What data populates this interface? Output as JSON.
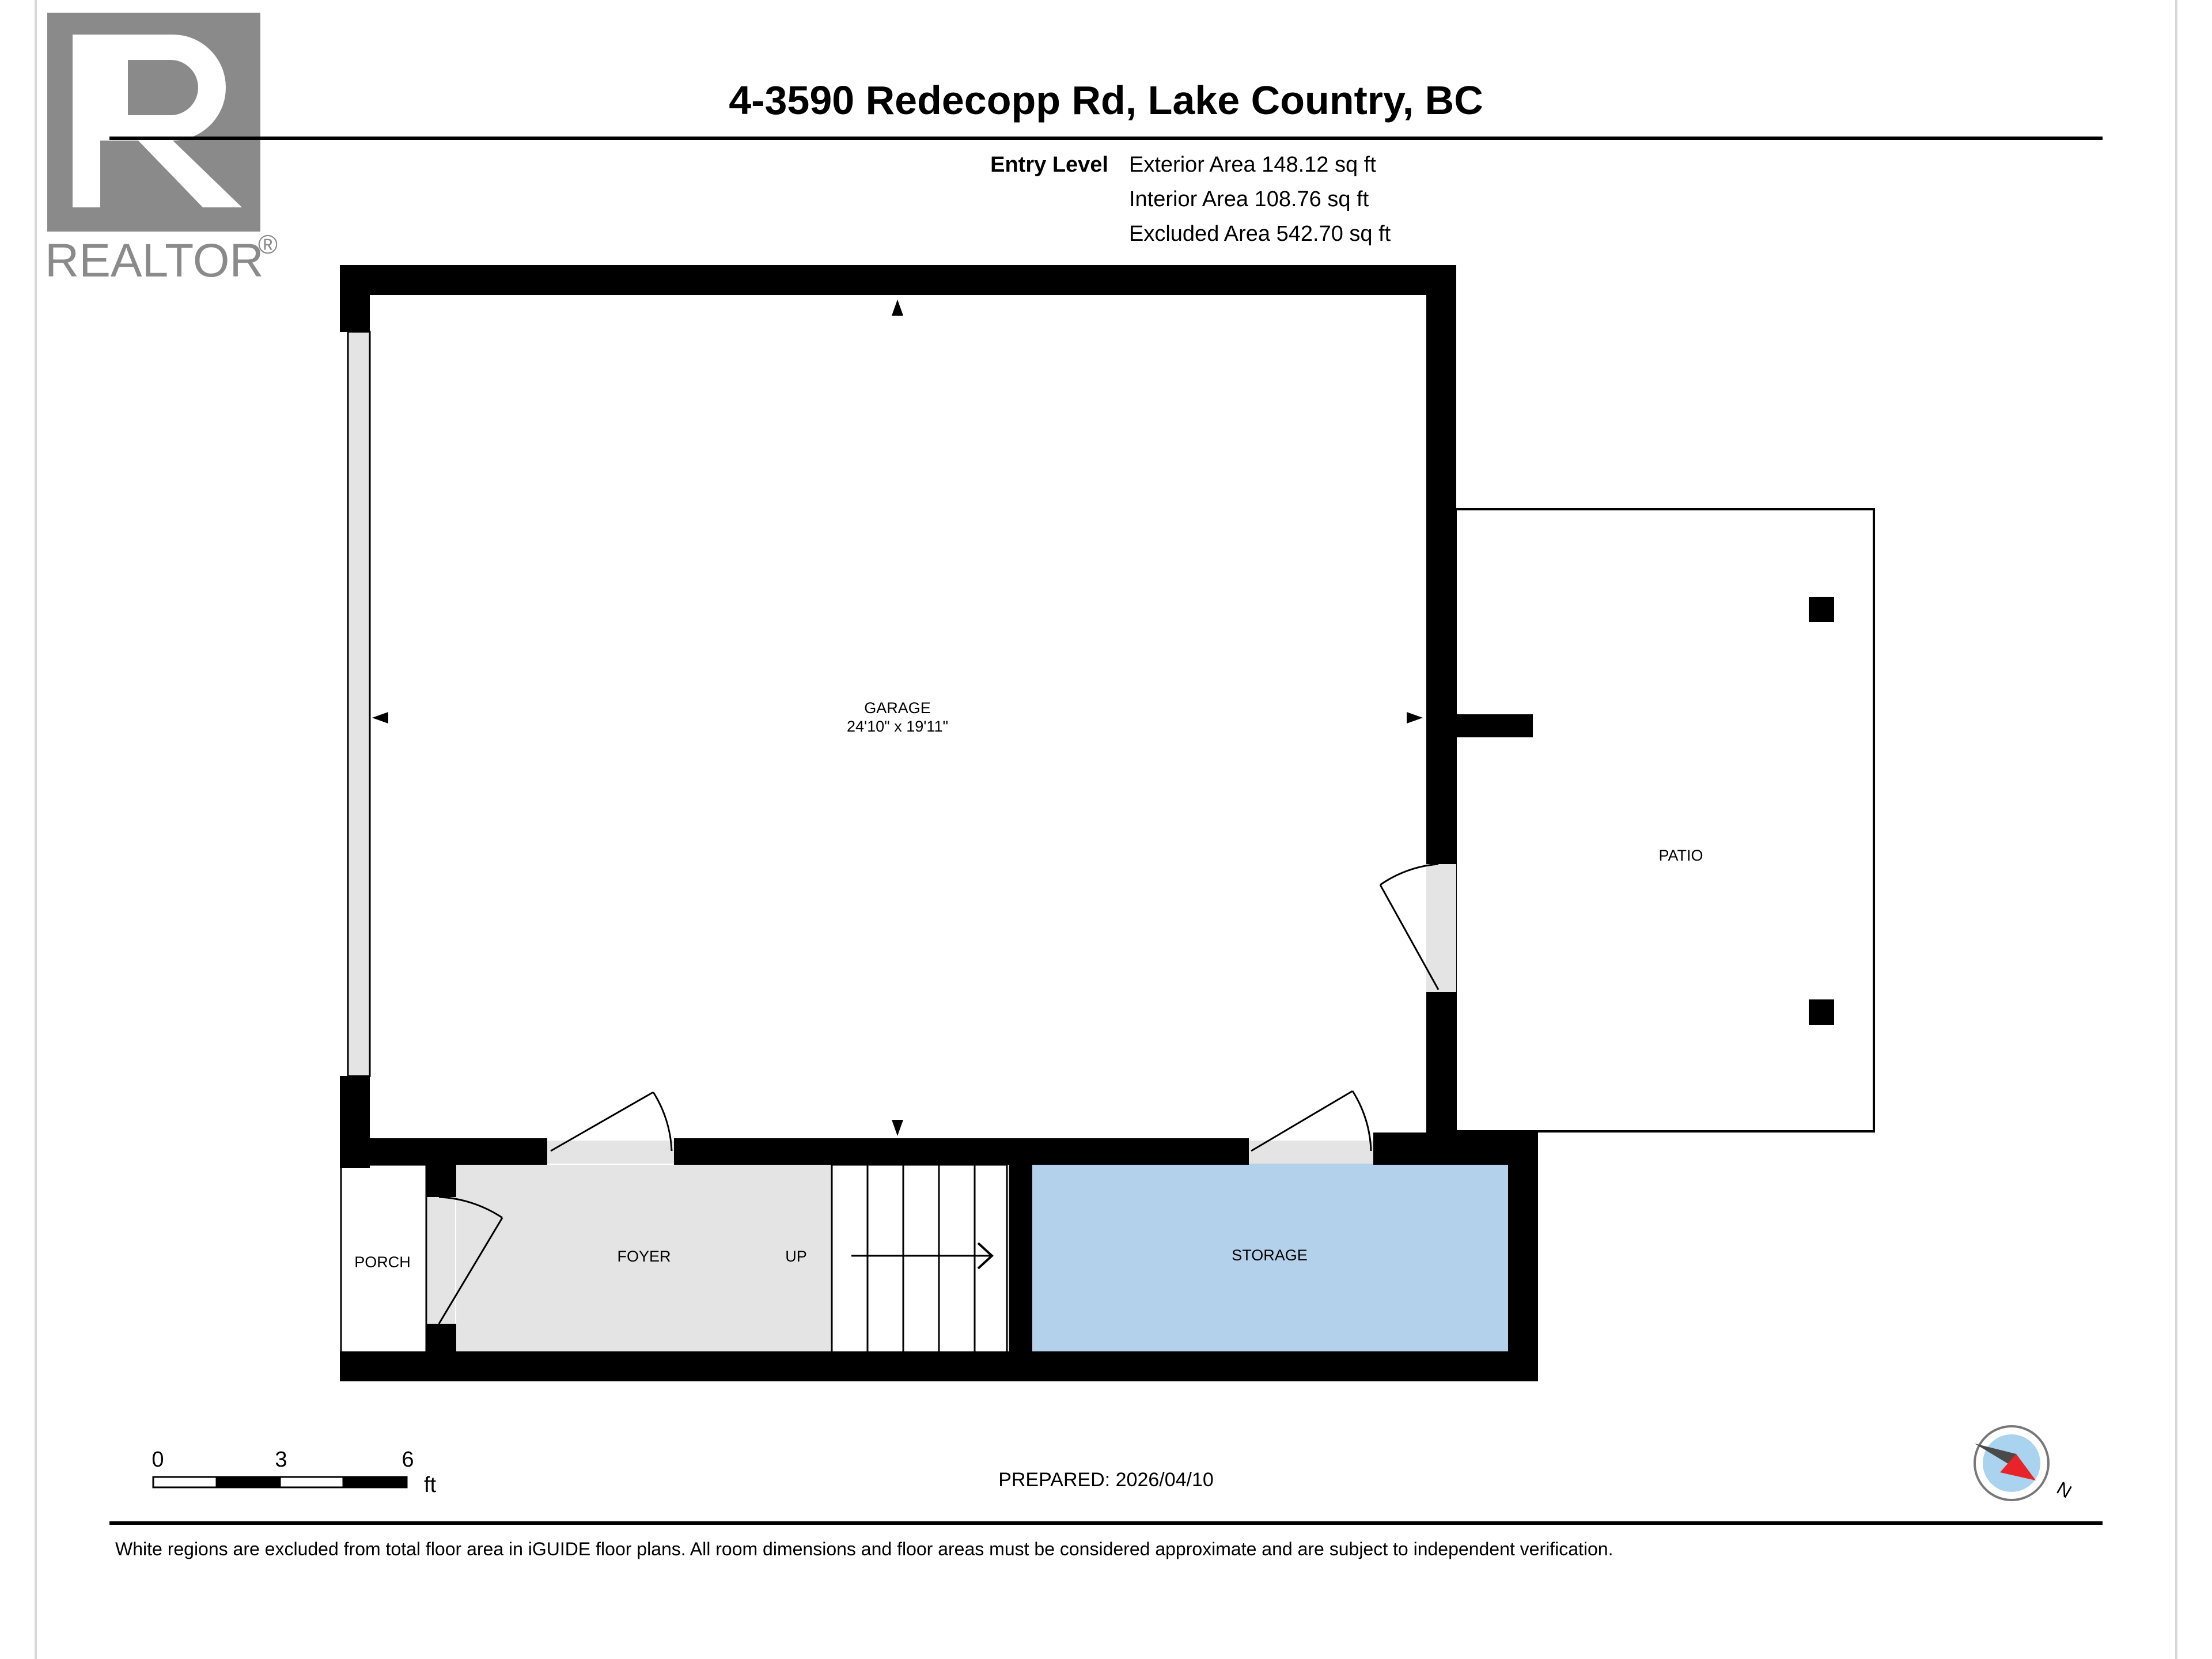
{
  "logo": {
    "wordmark": "REALTOR",
    "registered_mark": "®",
    "icon": "realtor-r-logo"
  },
  "header": {
    "title": "4-3590 Redecopp Rd, Lake Country, BC"
  },
  "areas": {
    "level": "Entry Level",
    "exterior": "Exterior Area 148.12 sq ft",
    "interior": "Interior Area 108.76 sq ft",
    "excluded": "Excluded Area 542.70 sq ft"
  },
  "rooms": {
    "garage": {
      "name": "GARAGE",
      "dims": "24'10\" x 19'11\""
    },
    "patio": {
      "name": "PATIO"
    },
    "porch": {
      "name": "PORCH"
    },
    "foyer": {
      "name": "FOYER"
    },
    "stairs": {
      "label": "UP"
    },
    "storage": {
      "name": "STORAGE"
    }
  },
  "scale": {
    "ticks": [
      "0",
      "3",
      "6"
    ],
    "unit": "ft"
  },
  "prepared": "PREPARED: 2026/04/10",
  "compass": {
    "label": "N",
    "icon": "north-compass-icon"
  },
  "footer": {
    "disclaimer": "White regions are excluded from total floor area in iGUIDE floor plans. All room dimensions and floor areas must be considered approximate and are subject to independent verification."
  },
  "colors": {
    "wall": "#000000",
    "floor_gray": "#e4e4e4",
    "storage": "#b3d1ea",
    "logo_gray": "#8a8a8a",
    "compass_blue": "#a9d3ee",
    "compass_red": "#e8242a"
  }
}
